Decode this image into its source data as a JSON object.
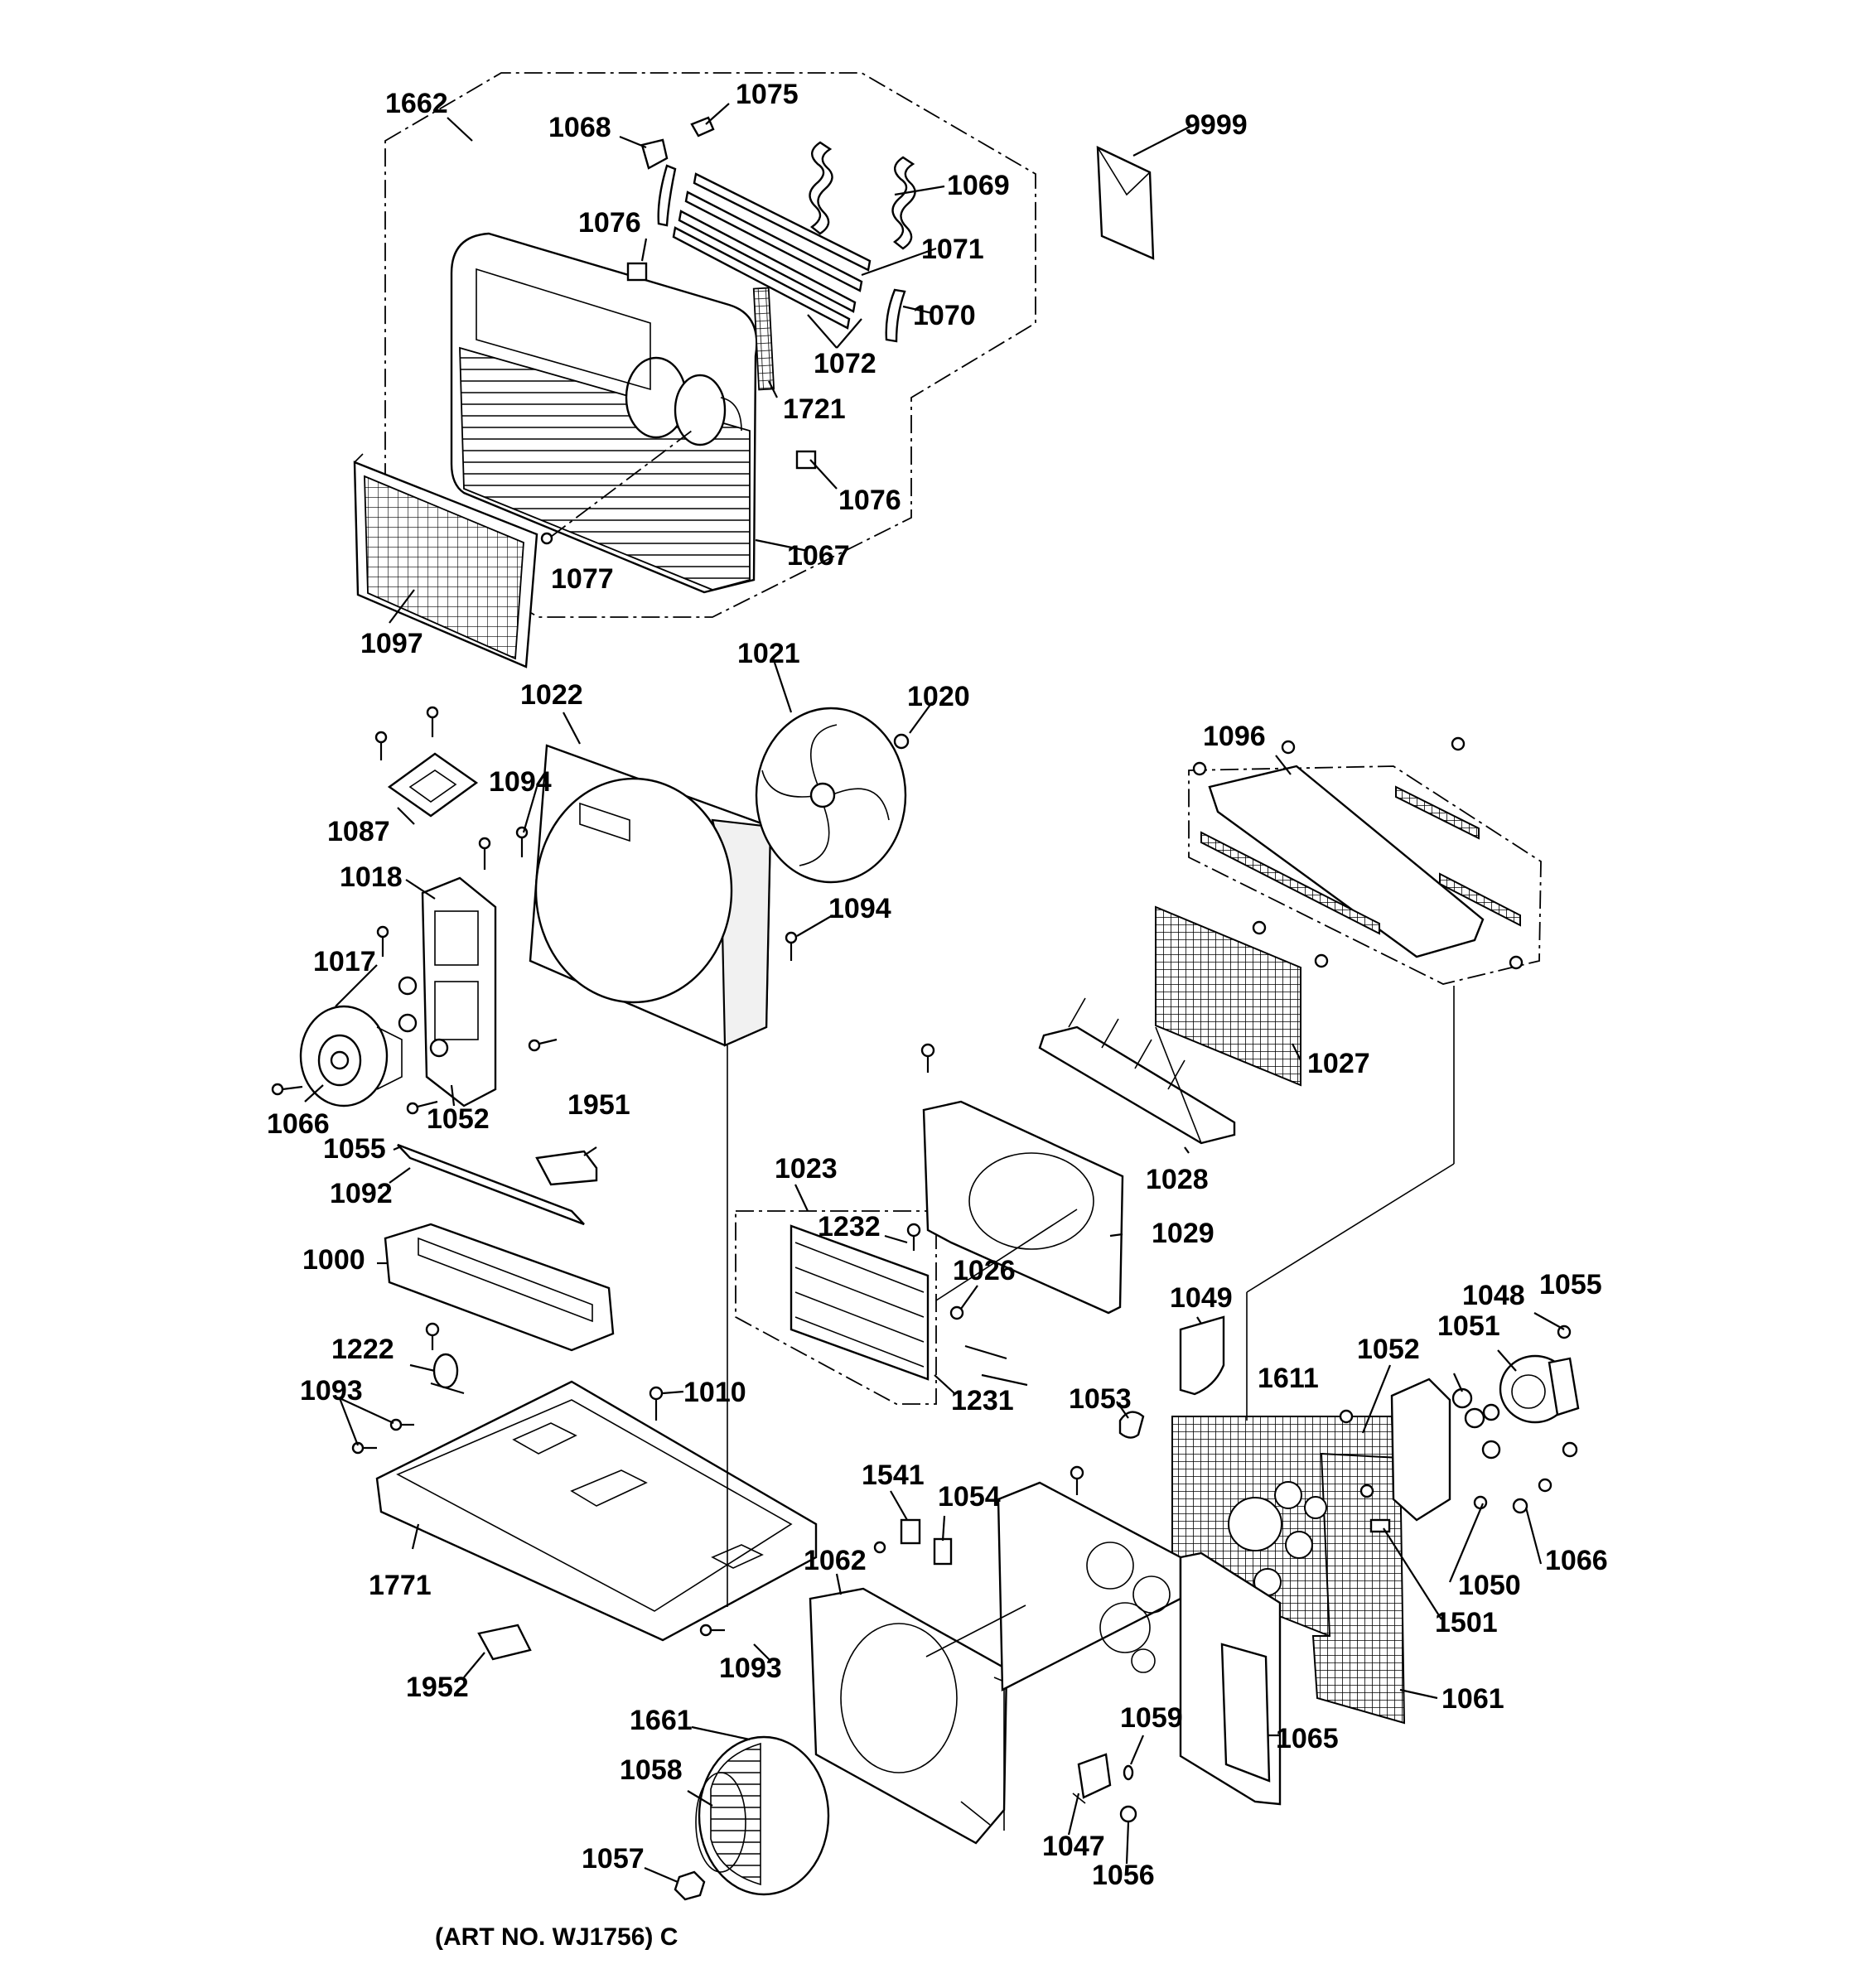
{
  "diagram": {
    "art_number": "(ART NO. WJ1756) C",
    "callouts": [
      {
        "id": "1662"
      },
      {
        "id": "1075"
      },
      {
        "id": "1068"
      },
      {
        "id": "9999"
      },
      {
        "id": "1069"
      },
      {
        "id": "1076"
      },
      {
        "id": "1071"
      },
      {
        "id": "1070"
      },
      {
        "id": "1072"
      },
      {
        "id": "1721"
      },
      {
        "id": "1076"
      },
      {
        "id": "1067"
      },
      {
        "id": "1077"
      },
      {
        "id": "1097"
      },
      {
        "id": "1021"
      },
      {
        "id": "1020"
      },
      {
        "id": "1022"
      },
      {
        "id": "1096"
      },
      {
        "id": "1094"
      },
      {
        "id": "1087"
      },
      {
        "id": "1018"
      },
      {
        "id": "1094"
      },
      {
        "id": "1017"
      },
      {
        "id": "1027"
      },
      {
        "id": "1066"
      },
      {
        "id": "1052"
      },
      {
        "id": "1055"
      },
      {
        "id": "1951"
      },
      {
        "id": "1092"
      },
      {
        "id": "1028"
      },
      {
        "id": "1023"
      },
      {
        "id": "1029"
      },
      {
        "id": "1232"
      },
      {
        "id": "1000"
      },
      {
        "id": "1026"
      },
      {
        "id": "1049"
      },
      {
        "id": "1048"
      },
      {
        "id": "1055"
      },
      {
        "id": "1051"
      },
      {
        "id": "1052"
      },
      {
        "id": "1222"
      },
      {
        "id": "1611"
      },
      {
        "id": "1093"
      },
      {
        "id": "1010"
      },
      {
        "id": "1231"
      },
      {
        "id": "1053"
      },
      {
        "id": "1541"
      },
      {
        "id": "1054"
      },
      {
        "id": "1066"
      },
      {
        "id": "1771"
      },
      {
        "id": "1062"
      },
      {
        "id": "1050"
      },
      {
        "id": "1501"
      },
      {
        "id": "1952"
      },
      {
        "id": "1093"
      },
      {
        "id": "1061"
      },
      {
        "id": "1661"
      },
      {
        "id": "1059"
      },
      {
        "id": "1065"
      },
      {
        "id": "1058"
      },
      {
        "id": "1047"
      },
      {
        "id": "1057"
      },
      {
        "id": "1056"
      }
    ]
  }
}
